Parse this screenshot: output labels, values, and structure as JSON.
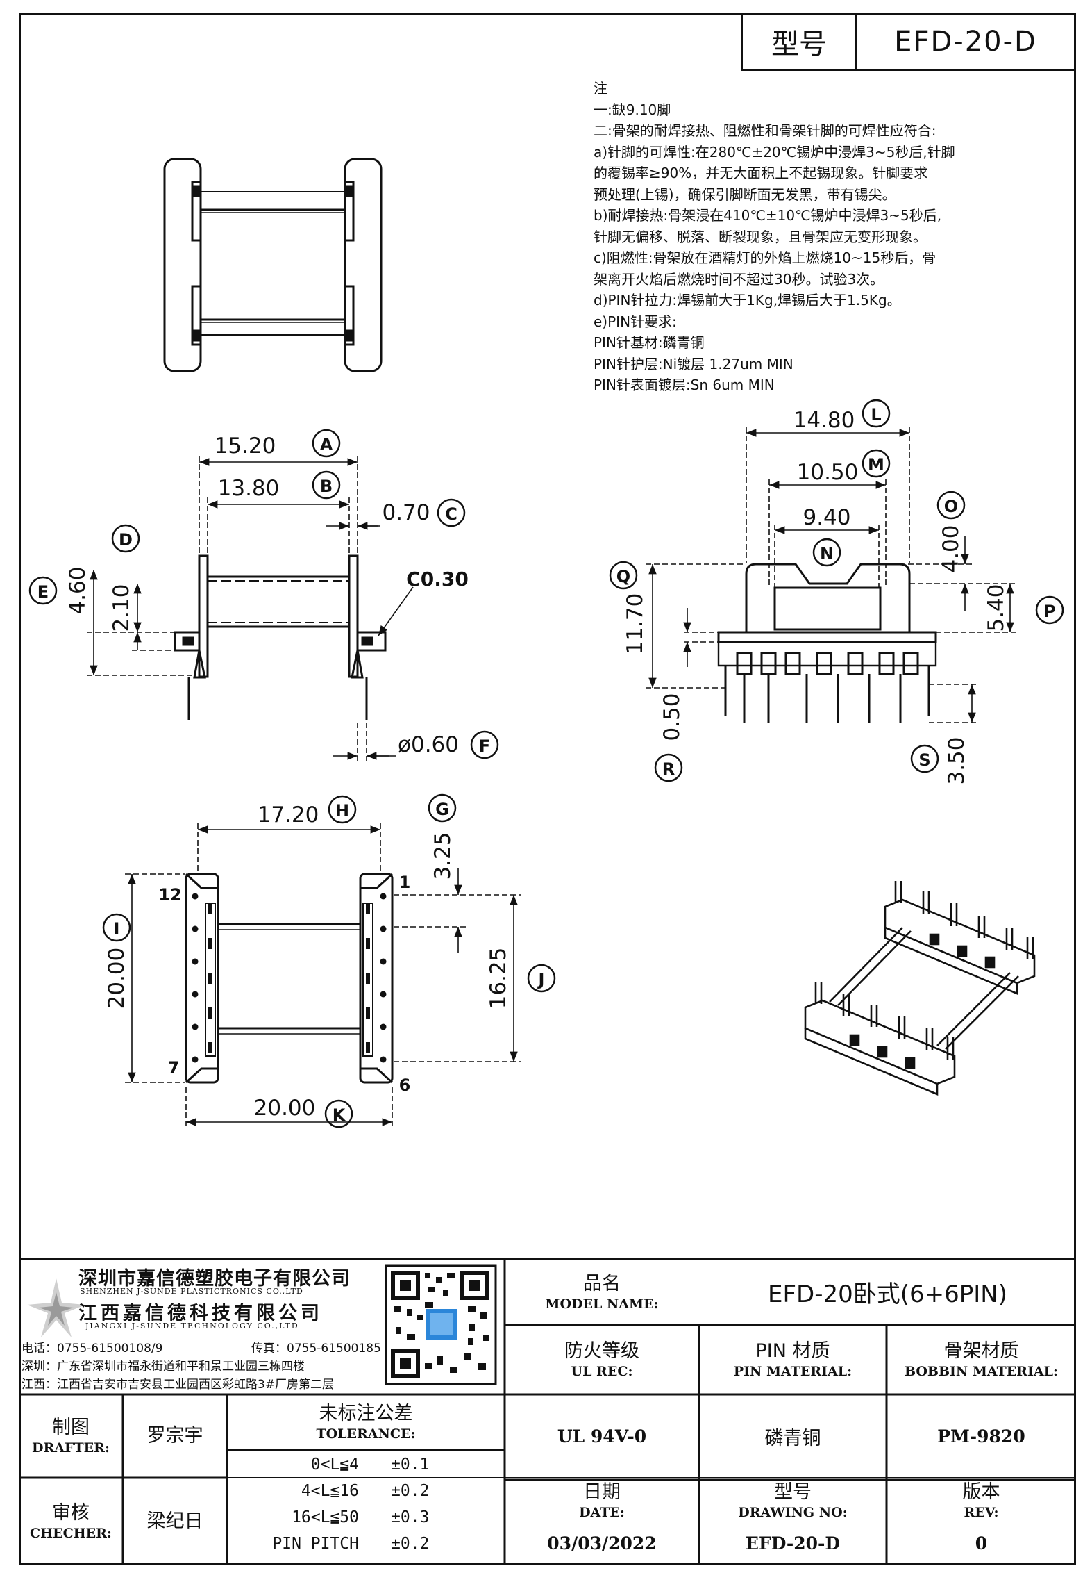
{
  "header": {
    "model_label": "型号",
    "model_value": "EFD-20-D"
  },
  "notes": [
    "注",
    "一:缺9.10脚",
    "二:骨架的耐焊接热、阻燃性和骨架针脚的可焊性应符合:",
    "a)针脚的可焊性:在280℃±20℃锡炉中浸焊3~5秒后,针脚",
    "的覆锡率≥90%，并无大面积上不起锡现象。针脚要求",
    "预处理(上锡)，确保引脚断面无发黑，带有锡尖。",
    "b)耐焊接热:骨架浸在410℃±10℃锡炉中浸焊3~5秒后,",
    "针脚无偏移、脱落、断裂现象，且骨架应无变形现象。",
    "c)阻燃性:骨架放在酒精灯的外焰上燃烧10~15秒后，骨",
    "架离开火焰后燃烧时间不超过30秒。试验3次。",
    "d)PIN针拉力:焊锡前大于1Kg,焊锡后大于1.5Kg。",
    "e)PIN针要求:",
    "PIN针基材:磷青铜",
    "PIN针护层:Ni镀层 1.27um MIN",
    "PIN针表面镀层:Sn 6um MIN"
  ],
  "dims": {
    "A": {
      "letter": "A",
      "value": "15.20"
    },
    "B": {
      "letter": "B",
      "value": "13.80"
    },
    "C": {
      "letter": "C",
      "value": "0.70"
    },
    "D": {
      "letter": "D",
      "value": "2.10"
    },
    "E": {
      "letter": "E",
      "value": "4.60"
    },
    "F": {
      "letter": "F",
      "value": "ø0.60"
    },
    "chamfer": "C0.30",
    "L": {
      "letter": "L",
      "value": "14.80"
    },
    "M": {
      "letter": "M",
      "value": "10.50"
    },
    "N": {
      "letter": "N",
      "value": "9.40"
    },
    "O": {
      "letter": "O",
      "value": "4.00"
    },
    "P": {
      "letter": "P",
      "value": "5.40"
    },
    "Q": {
      "letter": "Q",
      "value": "11.70"
    },
    "R": {
      "letter": "R",
      "value": "0.50"
    },
    "S": {
      "letter": "S",
      "value": "3.50"
    },
    "G": {
      "letter": "G",
      "value": "3.25"
    },
    "H": {
      "letter": "H",
      "value": "17.20"
    },
    "I": {
      "letter": "I",
      "value": "20.00"
    },
    "J": {
      "letter": "J",
      "value": "16.25"
    },
    "K": {
      "letter": "K",
      "value": "20.00"
    },
    "pin_labels": {
      "p12": "12",
      "p1": "1",
      "p7": "7",
      "p6": "6"
    }
  },
  "company": {
    "name_cn": "深圳市嘉信德塑胶电子有限公司",
    "name_en": "SHENZHEN J-SUNDE PLASTICTRONICS CO.,LTD",
    "name2_cn": "江西嘉信德科技有限公司",
    "name2_en": "JIANGXI J-SUNDE TECHNOLOGY CO.,LTD",
    "phone": "电话：0755-61500108/9",
    "fax": "传真：0755-61500185",
    "addr_sz": "深圳：广东省深圳市福永街道和平和景工业园三栋四楼",
    "addr_jx": "江西：江西省吉安市吉安县工业园西区彩虹路3#厂房第二层"
  },
  "title_block": {
    "model_name_cn": "品名",
    "model_name_en": "MODEL NAME:",
    "model_name_value": "EFD-20卧式(6+6PIN)",
    "ul_cn": "防火等级",
    "ul_en": "UL REC:",
    "ul_value": "UL 94V-0",
    "pin_mat_cn": "PIN 材质",
    "pin_mat_en": "PIN MATERIAL:",
    "pin_mat_value": "磷青铜",
    "bobbin_mat_cn": "骨架材质",
    "bobbin_mat_en": "BOBBIN MATERIAL:",
    "bobbin_mat_value": "PM-9820",
    "drafter_cn": "制图",
    "drafter_en": "DRAFTER:",
    "drafter_value": "罗宗宇",
    "checker_cn": "审核",
    "checker_en": "CHECHER:",
    "checker_value": "梁纪日",
    "tolerance_cn": "未标注公差",
    "tolerance_en": "TOLERANCE:",
    "tolerances": [
      {
        "range": "0<L≦4",
        "value": "±0.1"
      },
      {
        "range": "4<L≦16",
        "value": "±0.2"
      },
      {
        "range": "16<L≦50",
        "value": "±0.3"
      },
      {
        "range": "PIN PITCH",
        "value": "±0.2"
      }
    ],
    "date_cn": "日期",
    "date_en": "DATE:",
    "date_value": "03/03/2022",
    "drawing_cn": "型号",
    "drawing_en": "DRAWING NO:",
    "drawing_value": "EFD-20-D",
    "rev_cn": "版本",
    "rev_en": "REV:",
    "rev_value": "0"
  }
}
